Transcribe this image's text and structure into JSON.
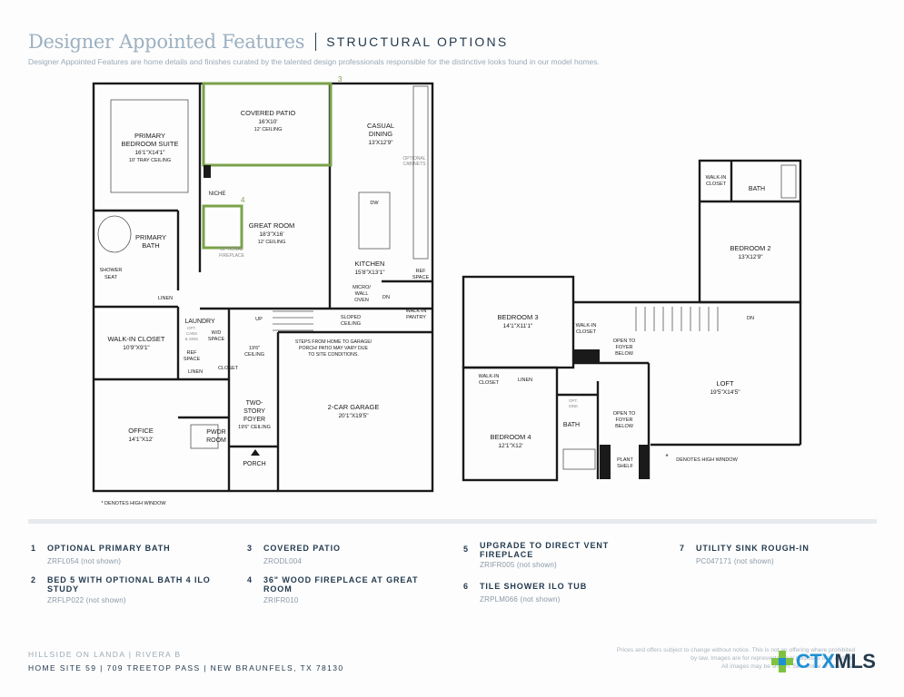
{
  "header": {
    "title": "Designer Appointed Features",
    "section": "STRUCTURAL OPTIONS",
    "subtitle": "Designer Appointed Features are home details and finishes curated by the talented design professionals responsible for the distinctive looks found in our model homes."
  },
  "rooms1": {
    "primary_name": "PRIMARY",
    "primary_name2": "BEDROOM SUITE",
    "primary_dim": "16'1\"X14'1\"",
    "primary_ceil": "10' TRAY CEILING",
    "patio_name": "COVERED PATIO",
    "patio_dim": "16'X10'",
    "patio_ceil": "12' CEILING",
    "dining_name": "CASUAL",
    "dining_name2": "DINING",
    "dining_dim": "13'X12'9\"",
    "opt_cab": "OPTIONAL",
    "opt_cab2": "CABINETS",
    "niche": "NICHE",
    "great_name": "GREAT ROOM",
    "great_dim": "18'3\"X16'",
    "great_ceil": "12' CEILING",
    "opt_fire": "OPTIONAL",
    "opt_fire2": "FIREPLACE",
    "dw": "DW",
    "kitchen_name": "KITCHEN",
    "kitchen_dim": "15'8\"X13'1\"",
    "ref_space": "REF",
    "ref_space2": "SPACE",
    "bath_name": "PRIMARY",
    "bath_name2": "BATH",
    "shower": "SHOWER",
    "seat": "SEAT",
    "linen": "LINEN",
    "micro": "MICRO/",
    "wall": "WALL",
    "oven": "OVEN",
    "dn": "DN",
    "walkin_pantry": "WALK-IN",
    "pantry": "PANTRY",
    "sloped": "SLOPED",
    "sloped2": "CEILING",
    "up": "UP",
    "laundry": "LAUNDRY",
    "opt_cabs_sink": "OPT.",
    "opt_cabs_sink2": "CABS",
    "opt_cabs_sink3": "& SINK",
    "wd": "W/D",
    "wd2": "SPACE",
    "ref2": "REF",
    "ref2b": "SPACE",
    "closet_name": "WALK-IN CLOSET",
    "closet_dim": "10'9\"X9'1\"",
    "ceil196": "19'6\"",
    "ceil196b": "CEILING",
    "steps1": "STEPS FROM HOME TO GARAGE/",
    "steps2": "PORCH/ PATIO MAY VARY DUE",
    "steps3": "TO SITE CONDITIONS.",
    "linen2": "LINEN",
    "closet2": "CLOSET",
    "foyer": "TWO-",
    "foyer2": "STORY",
    "foyer3": "FOYER",
    "foyer_ceil": "19'6\" CEILING",
    "garage_name": "2-CAR GARAGE",
    "garage_dim": "20'1\"X19'5\"",
    "office_name": "OFFICE",
    "office_dim": "14'1\"X12'",
    "pwdr": "PWDR",
    "pwdr2": "ROOM",
    "porch": "PORCH",
    "note": "* DENOTES HIGH WINDOW"
  },
  "rooms2": {
    "walkin": "WALK-IN",
    "walkin_closet": "CLOSET",
    "bath": "BATH",
    "bed2_name": "BEDROOM 2",
    "bed2_dim": "13'X12'9\"",
    "bed3_name": "BEDROOM 3",
    "bed3_dim": "14'1\"X11'1\"",
    "walkin3": "WALK-IN",
    "walkin3b": "CLOSET",
    "open1": "OPEN TO",
    "open1b": "FOYER",
    "open1c": "BELOW",
    "dn": "DN",
    "walkin4": "WALK-IN",
    "walkin4b": "CLOSET",
    "linen": "LINEN",
    "opt": "OPT.",
    "sink": "SINK",
    "bath2": "BATH",
    "open2": "OPEN TO",
    "open2b": "FOYER",
    "open2c": "BELOW",
    "loft_name": "LOFT",
    "loft_dim": "19'5\"X14'5\"",
    "bed4_name": "BEDROOM 4",
    "bed4_dim": "12'1\"X12'",
    "plant": "PLANT",
    "plant2": "SHELF",
    "note": "DENOTES HIGH WINDOW",
    "star": "*"
  },
  "markers": {
    "m3": "3",
    "m4": "4"
  },
  "options": [
    {
      "num": "1",
      "name": "OPTIONAL PRIMARY BATH",
      "code": "ZRFL054 (not shown)"
    },
    {
      "num": "2",
      "name": "BED 5 WITH OPTIONAL BATH 4 ILO STUDY",
      "code": "ZRFLP022 (not shown)"
    },
    {
      "num": "3",
      "name": "COVERED PATIO",
      "code": "ZRODL004"
    },
    {
      "num": "4",
      "name": "36\" WOOD FIREPLACE AT GREAT ROOM",
      "code": "ZRIFR010"
    },
    {
      "num": "5",
      "name": "UPGRADE TO DIRECT VENT FIREPLACE",
      "code": "ZRIFR005 (not shown)"
    },
    {
      "num": "6",
      "name": "TILE SHOWER ILO TUB",
      "code": "ZRPLM066 (not shown)"
    },
    {
      "num": "7",
      "name": "UTILITY SINK ROUGH-IN",
      "code": "PC047171 (not shown)"
    }
  ],
  "footer": {
    "line1": "HILLSIDE ON LANDA  |  RIVERA B",
    "line2": "HOME SITE 59  |  709 TREETOP PASS  |  NEW BRAUNFELS, TX 78130",
    "disc1": "Prices and offers subject to change without notice. This is not an offering where prohibited",
    "disc2": "by law. Images are for representational purposes only and are",
    "disc3": "All images may be shown. See online or onsite sal"
  },
  "watermark": {
    "a": "CTX",
    "b": "MLS",
    "icon": "ctxmls-logo-icon"
  },
  "colors": {
    "navy": "#233a4e",
    "highlight": "#7aa24a",
    "muted": "#9cb0c0"
  }
}
